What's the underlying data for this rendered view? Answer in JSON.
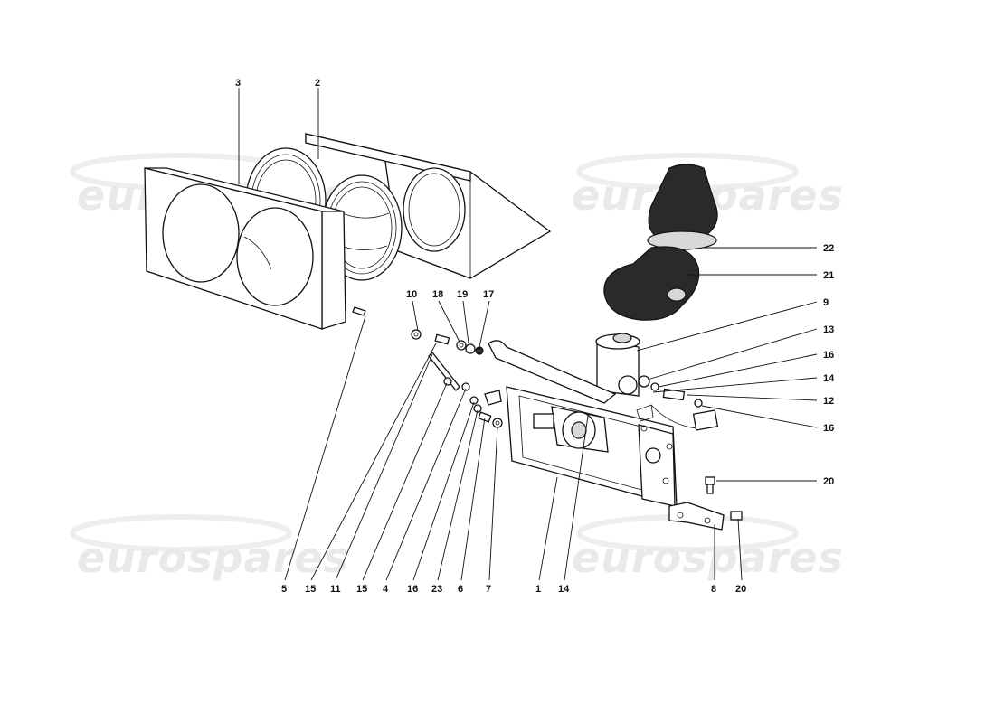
{
  "watermark": {
    "text": "eurospares"
  },
  "callouts": [
    {
      "id": "c3",
      "label": "3"
    },
    {
      "id": "c2",
      "label": "2"
    },
    {
      "id": "c22",
      "label": "22"
    },
    {
      "id": "c21",
      "label": "21"
    },
    {
      "id": "c9",
      "label": "9"
    },
    {
      "id": "c13",
      "label": "13"
    },
    {
      "id": "c16a",
      "label": "16"
    },
    {
      "id": "c14a",
      "label": "14"
    },
    {
      "id": "c12",
      "label": "12"
    },
    {
      "id": "c16b",
      "label": "16"
    },
    {
      "id": "c20a",
      "label": "20"
    },
    {
      "id": "c10",
      "label": "10"
    },
    {
      "id": "c18",
      "label": "18"
    },
    {
      "id": "c19",
      "label": "19"
    },
    {
      "id": "c17",
      "label": "17"
    },
    {
      "id": "c5",
      "label": "5"
    },
    {
      "id": "c15a",
      "label": "15"
    },
    {
      "id": "c11",
      "label": "11"
    },
    {
      "id": "c15b",
      "label": "15"
    },
    {
      "id": "c4",
      "label": "4"
    },
    {
      "id": "c16c",
      "label": "16"
    },
    {
      "id": "c23",
      "label": "23"
    },
    {
      "id": "c6",
      "label": "6"
    },
    {
      "id": "c7",
      "label": "7"
    },
    {
      "id": "c1",
      "label": "1"
    },
    {
      "id": "c14b",
      "label": "14"
    },
    {
      "id": "c8",
      "label": "8"
    },
    {
      "id": "c20b",
      "label": "20"
    }
  ]
}
